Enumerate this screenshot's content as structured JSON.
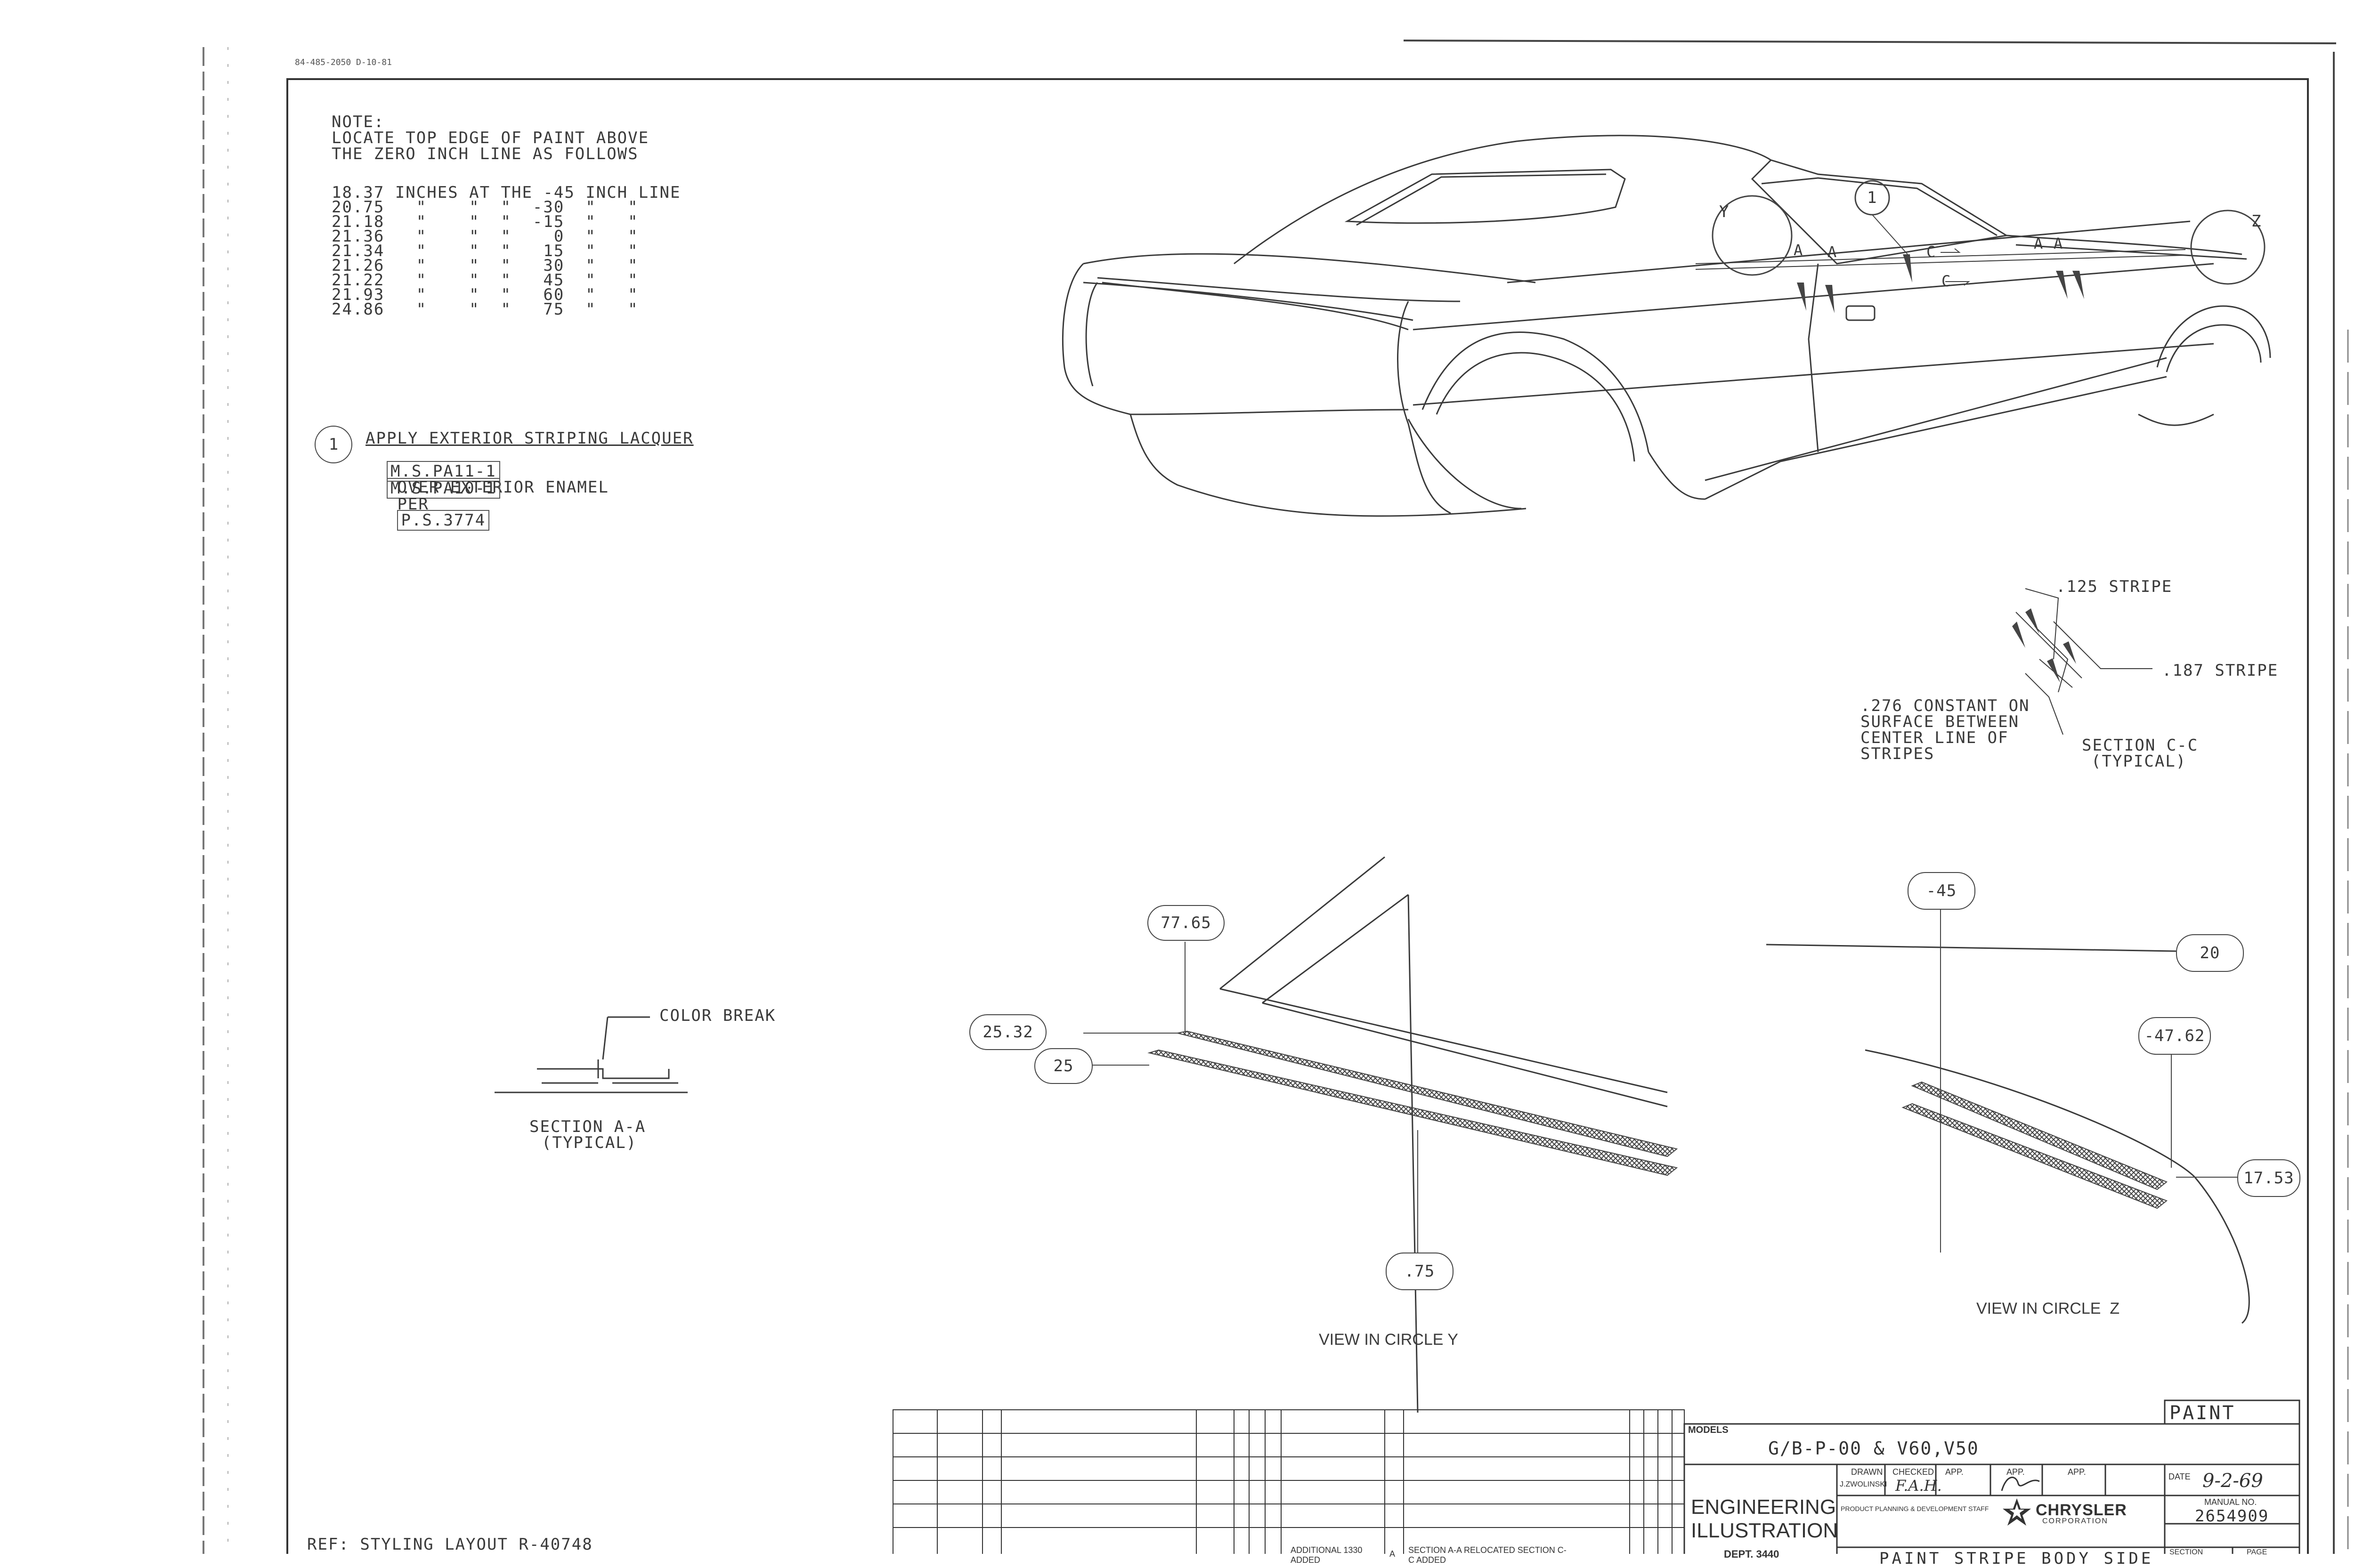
{
  "drawing": {
    "header_code": "84-485-2050 D-10-81",
    "notes": {
      "title": "NOTE:",
      "line1": "LOCATE TOP EDGE OF PAINT ABOVE",
      "line2": "THE ZERO INCH LINE AS FOLLOWS",
      "rows": [
        "18.37 INCHES AT THE -45 INCH LINE",
        "20.75   \"    \"  \"  -30  \"   \"",
        "21.18   \"    \"  \"  -15  \"   \"",
        "21.36   \"    \"  \"    0  \"   \"",
        "21.34   \"    \"  \"   15  \"   \"",
        "21.26   \"    \"  \"   30  \"   \"",
        "21.22   \"    \"  \"   45  \"   \"",
        "21.93   \"    \"  \"   60  \"   \"",
        "24.86   \"    \"  \"   75  \"   \""
      ]
    },
    "callout_1": {
      "number": "1",
      "line1": "APPLY EXTERIOR STRIPING LACQUER",
      "spec1": "M.S.PA11-1",
      "line2": "OVER EXTERIOR ENAMEL",
      "spec2": "M.S.PA10-1",
      "per": "PER",
      "spec3": "P.S.3774"
    },
    "car_labels": {
      "y": "Y",
      "z": "Z",
      "a": "A",
      "c": "C",
      "one": "1"
    },
    "section_cc": {
      "stripe_125": ".125 STRIPE",
      "stripe_187": ".187 STRIPE",
      "constant_1": ".276 CONSTANT ON",
      "constant_2": "SURFACE BETWEEN",
      "constant_3": "CENTER LINE OF",
      "constant_4": "STRIPES",
      "title": "SECTION C-C",
      "typical": "(TYPICAL)"
    },
    "section_aa": {
      "color_break": "COLOR BREAK",
      "title": "SECTION A-A",
      "typical": "(TYPICAL)"
    },
    "view_y": {
      "label": "VIEW IN CIRCLE Y",
      "dims": [
        "77.65",
        "25.32",
        "25",
        ".75"
      ]
    },
    "view_z": {
      "label": "VIEW IN CIRCLE  Z",
      "dims": [
        "-45",
        "20",
        "-47.62",
        "17.53"
      ]
    },
    "reference": "REF: STYLING LAYOUT R-40748"
  },
  "title_block": {
    "category": "PAINT",
    "models_label": "MODELS",
    "models": "G/B-P-00 & V60,V50",
    "eng_line1": "ENGINEERING",
    "eng_line2": "ILLUSTRATION",
    "dept": "DEPT. 3440",
    "drawn_label": "DRAWN",
    "drawn_by": "J.ZWOLINSKI",
    "checked_label": "CHECKED",
    "checked_by": "F.A.H.",
    "app_label": "APP.",
    "staff": "PRODUCT PLANNING & DEVELOPMENT STAFF",
    "company": "CHRYSLER",
    "company_sub": "CORPORATION",
    "date_label": "DATE",
    "date": "9-2-69",
    "manual_label": "MANUAL NO.",
    "manual_no": "2654909",
    "section_label": "SECTION",
    "page_label": "PAGE",
    "title_partial": "PAINT STRIPE BODY SIDE",
    "revision_1": "ADDITIONAL  1330 ADDED",
    "revision_letter": "A",
    "revision_2": "SECTION A-A RELOCATED  SECTION C-C ADDED"
  },
  "colors": {
    "ink": "#3a3a3a",
    "paper": "#ffffff"
  }
}
